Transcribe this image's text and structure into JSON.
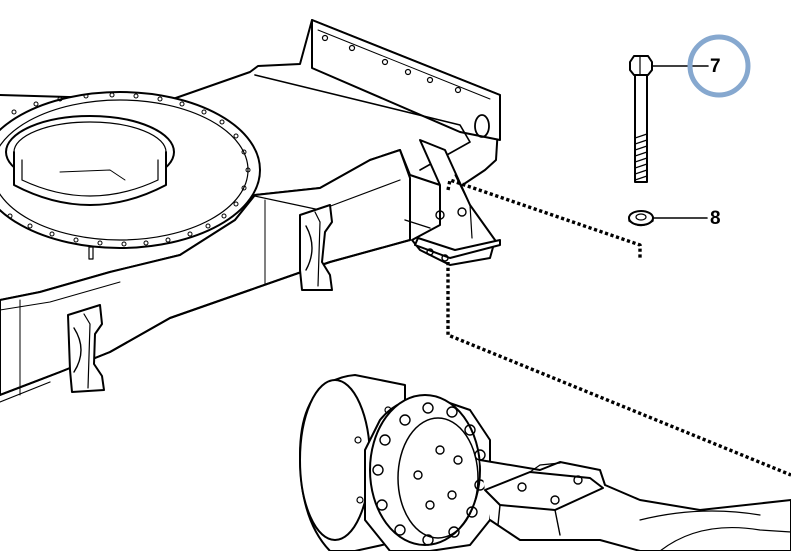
{
  "diagram": {
    "callouts": [
      {
        "id": "7",
        "label": "7",
        "highlighted": true
      },
      {
        "id": "8",
        "label": "8",
        "highlighted": false
      }
    ],
    "colors": {
      "line": "#000000",
      "background": "#ffffff",
      "highlight_ring": "#86a8cf"
    },
    "parts": [
      "frame-icon",
      "slewing-ring-icon",
      "axle-icon",
      "bolt-icon",
      "washer-icon"
    ]
  }
}
